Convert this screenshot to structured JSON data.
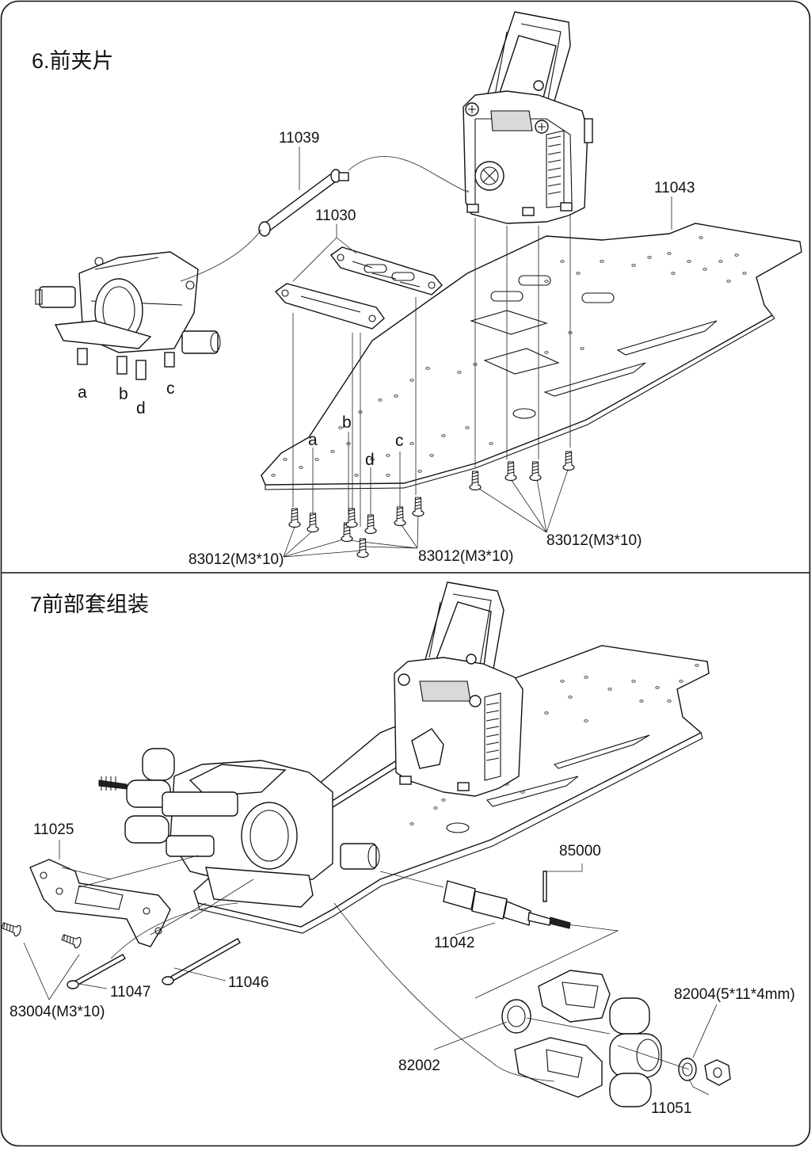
{
  "steps": [
    {
      "title": "6.前夹片"
    },
    {
      "title": "7前部套组装"
    }
  ],
  "step6": {
    "parts": {
      "p11039": "11039",
      "p11030": "11030",
      "p11043": "11043",
      "screw_left": "83012(M3*10)",
      "screw_mid": "83012(M3*10)",
      "screw_right": "83012(M3*10)"
    },
    "labels": {
      "a1": "a",
      "b1": "b",
      "c1": "c",
      "d1": "d",
      "a2": "a",
      "b2": "b",
      "c2": "c",
      "d2": "d"
    }
  },
  "step7": {
    "parts": {
      "p11025": "11025",
      "p85000": "85000",
      "p11042": "11042",
      "p11047": "11047",
      "p11046": "11046",
      "p83004": "83004(M3*10)",
      "p82004": "82004(5*11*4mm)",
      "p82002": "82002",
      "p11051": "11051"
    }
  },
  "icons": {
    "chassis": "chassis-plate-icon",
    "gearbox": "front-gearbox-icon",
    "screw": "screw-icon"
  }
}
